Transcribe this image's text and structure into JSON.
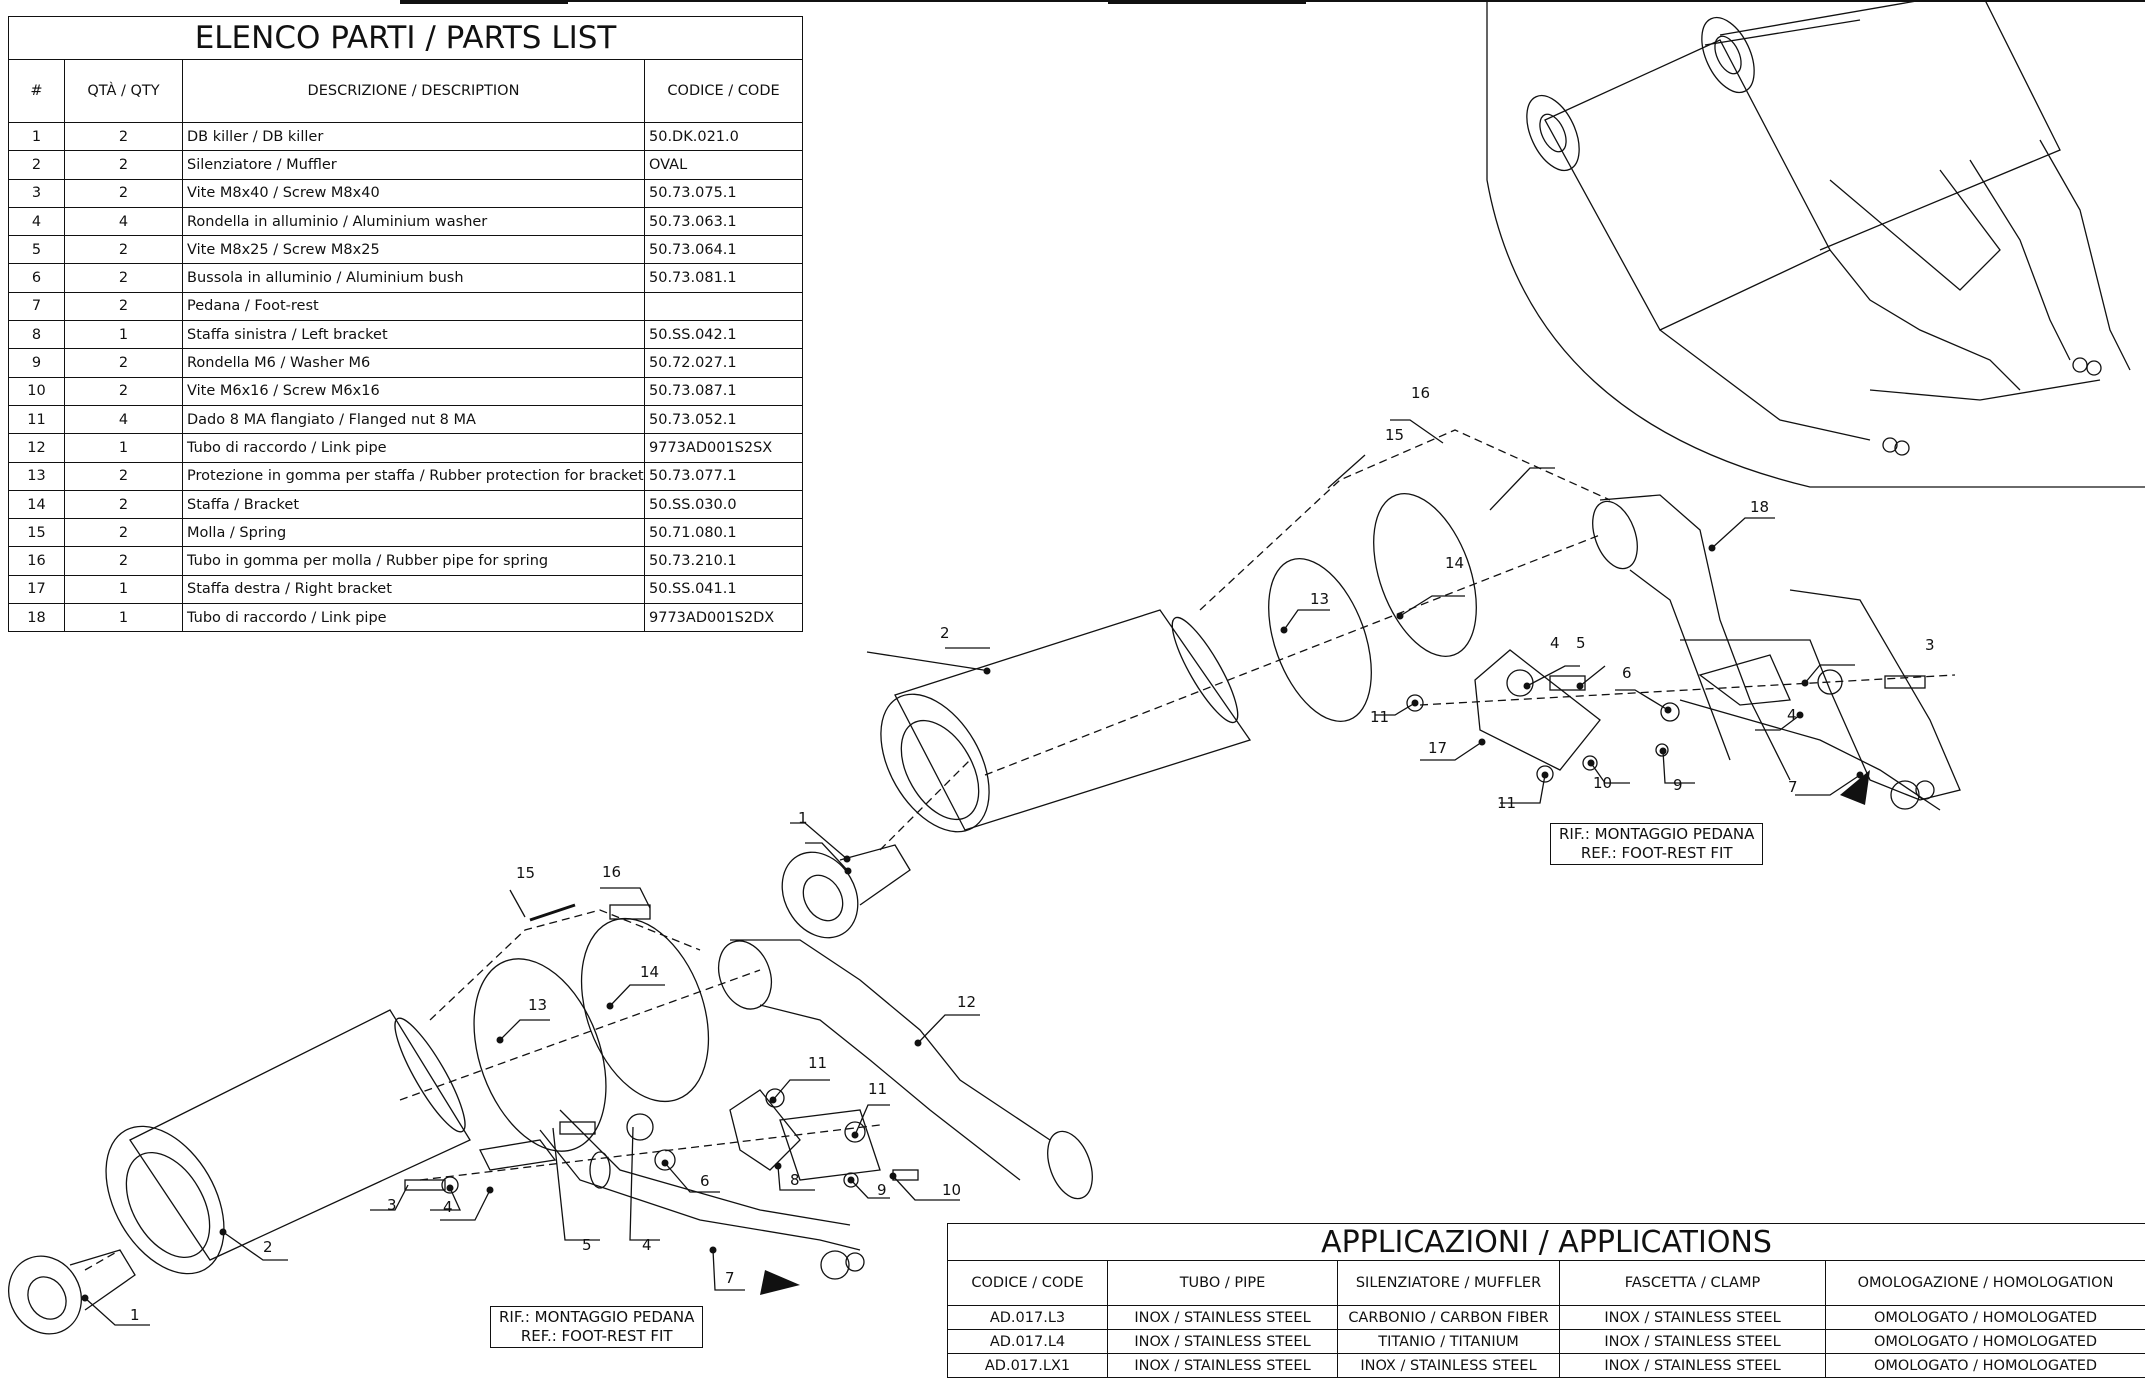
{
  "parts_list": {
    "title": "ELENCO PARTI / PARTS LIST",
    "headers": [
      "#",
      "QTÀ / QTY",
      "DESCRIZIONE / DESCRIPTION",
      "CODICE / CODE"
    ],
    "rows": [
      [
        "1",
        "2",
        "DB killer / DB killer",
        "50.DK.021.0"
      ],
      [
        "2",
        "2",
        "Silenziatore / Muffler",
        "OVAL"
      ],
      [
        "3",
        "2",
        "Vite M8x40 / Screw M8x40",
        "50.73.075.1"
      ],
      [
        "4",
        "4",
        "Rondella in alluminio / Aluminium washer",
        "50.73.063.1"
      ],
      [
        "5",
        "2",
        "Vite M8x25 / Screw M8x25",
        "50.73.064.1"
      ],
      [
        "6",
        "2",
        "Bussola in alluminio / Aluminium bush",
        "50.73.081.1"
      ],
      [
        "7",
        "2",
        "Pedana / Foot-rest",
        ""
      ],
      [
        "8",
        "1",
        "Staffa sinistra / Left bracket",
        "50.SS.042.1"
      ],
      [
        "9",
        "2",
        "Rondella M6 / Washer M6",
        "50.72.027.1"
      ],
      [
        "10",
        "2",
        "Vite M6x16 / Screw M6x16",
        "50.73.087.1"
      ],
      [
        "11",
        "4",
        "Dado 8 MA flangiato / Flanged nut 8 MA",
        "50.73.052.1"
      ],
      [
        "12",
        "1",
        "Tubo di raccordo / Link pipe",
        "9773AD001S2SX"
      ],
      [
        "13",
        "2",
        "Protezione in gomma per staffa / Rubber protection for bracket",
        "50.73.077.1"
      ],
      [
        "14",
        "2",
        "Staffa / Bracket",
        "50.SS.030.0"
      ],
      [
        "15",
        "2",
        "Molla / Spring",
        "50.71.080.1"
      ],
      [
        "16",
        "2",
        "Tubo in gomma per molla / Rubber pipe for spring",
        "50.73.210.1"
      ],
      [
        "17",
        "1",
        "Staffa destra / Right bracket",
        "50.SS.041.1"
      ],
      [
        "18",
        "1",
        "Tubo di raccordo / Link pipe",
        "9773AD001S2DX"
      ]
    ]
  },
  "applications": {
    "title": "APPLICAZIONI / APPLICATIONS",
    "headers": [
      "CODICE / CODE",
      "TUBO / PIPE",
      "SILENZIATORE / MUFFLER",
      "FASCETTA / CLAMP",
      "OMOLOGAZIONE / HOMOLOGATION"
    ],
    "rows": [
      [
        "AD.017.L3",
        "INOX / STAINLESS STEEL",
        "CARBONIO / CARBON FIBER",
        "INOX / STAINLESS STEEL",
        "OMOLOGATO / HOMOLOGATED"
      ],
      [
        "AD.017.L4",
        "INOX / STAINLESS STEEL",
        "TITANIO / TITANIUM",
        "INOX / STAINLESS STEEL",
        "OMOLOGATO / HOMOLOGATED"
      ],
      [
        "AD.017.LX1",
        "INOX / STAINLESS STEEL",
        "INOX / STAINLESS STEEL",
        "INOX / STAINLESS STEEL",
        "OMOLOGATO / HOMOLOGATED"
      ]
    ]
  },
  "callouts": {
    "right": [
      "1",
      "2",
      "3",
      "4",
      "4",
      "5",
      "6",
      "7",
      "9",
      "10",
      "11",
      "11",
      "13",
      "14",
      "15",
      "16",
      "17",
      "18"
    ],
    "left": [
      "1",
      "2",
      "3",
      "4",
      "4",
      "5",
      "6",
      "7",
      "8",
      "9",
      "10",
      "11",
      "11",
      "12",
      "13",
      "14",
      "15",
      "16"
    ]
  },
  "ref_notes": {
    "line1": "RIF.: MONTAGGIO PEDANA",
    "line2": "REF.: FOOT-REST FIT"
  }
}
